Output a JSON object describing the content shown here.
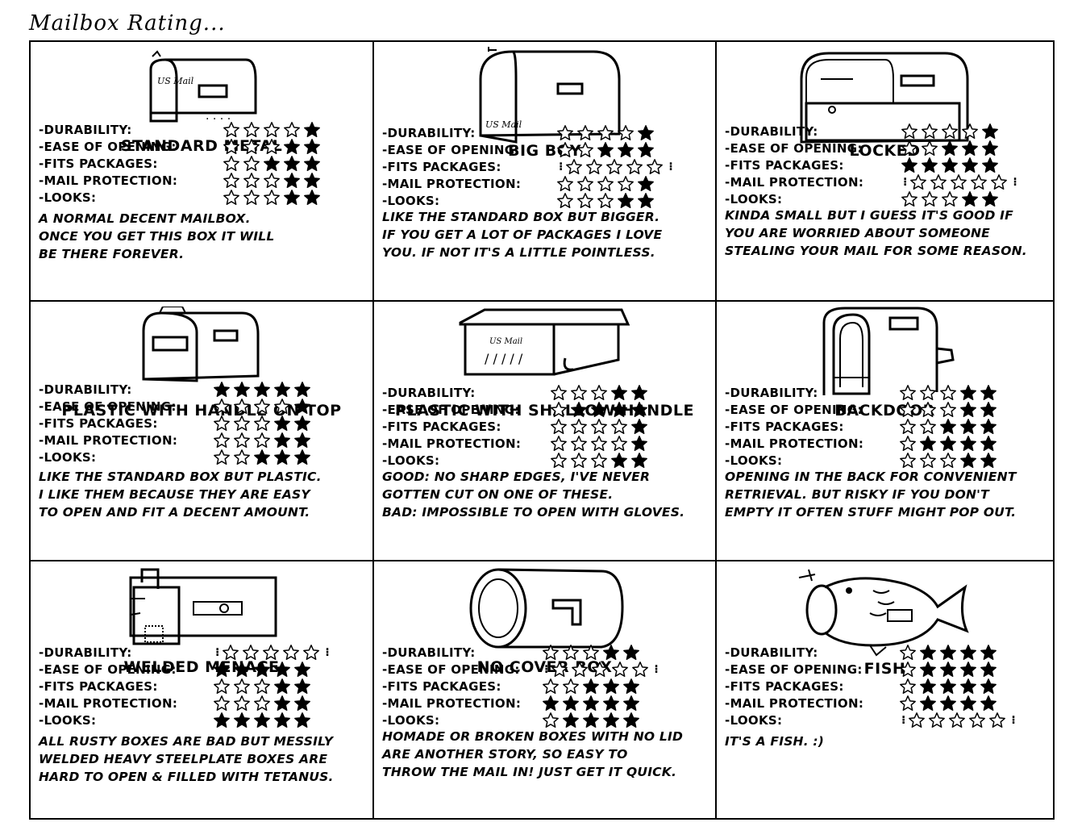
{
  "title": "Mailbox Rating...",
  "labels": [
    "-DURABILITY:",
    "-EASE OF OPENING:",
    "-FITS PACKAGES:",
    "-MAIL PROTECTION:",
    "-LOOKS:"
  ],
  "illustration_text": {
    "standard": "US Mail",
    "bigboy": "US Mail",
    "shallow": "US Mail"
  },
  "boxes": [
    {
      "name": "STANDARD METAL",
      "ratings": [
        1,
        2,
        3,
        2,
        2
      ],
      "highlight": [],
      "desc": [
        "A NORMAL DECENT MAILBOX.",
        "ONCE YOU GET THIS BOX IT WILL",
        "BE THERE FOREVER."
      ]
    },
    {
      "name": "BIG BOY",
      "ratings": [
        1,
        3,
        0,
        1,
        2
      ],
      "highlight": [
        2
      ],
      "desc": [
        "LIKE THE STANDARD BOX BUT BIGGER.",
        "IF YOU GET A LOT OF PACKAGES I LOVE",
        "YOU. IF NOT IT'S A LITTLE POINTLESS."
      ]
    },
    {
      "name": "LOCKED",
      "ratings": [
        1,
        3,
        5,
        0,
        2
      ],
      "highlight": [
        3
      ],
      "desc": [
        "KINDA SMALL BUT I GUESS IT'S GOOD IF",
        "YOU ARE WORRIED ABOUT SOMEONE",
        "STEALING YOUR MAIL FOR SOME REASON."
      ]
    },
    {
      "name": "PLASTIC WITH HANDLE ON TOP",
      "ratings": [
        5,
        1,
        2,
        2,
        3
      ],
      "highlight": [],
      "desc": [
        "LIKE THE STANDARD BOX BUT PLASTIC.",
        "I LIKE THEM BECAUSE THEY ARE EASY",
        "TO OPEN AND FIT A DECENT AMOUNT."
      ]
    },
    {
      "name": "PLASTIC WITH SHALLOW HANDLE",
      "ratings": [
        2,
        4,
        1,
        1,
        2
      ],
      "highlight": [],
      "desc": [
        "GOOD: NO SHARP EDGES, I'VE NEVER",
        "GOTTEN CUT ON ONE OF THESE.",
        "BAD: IMPOSSIBLE TO OPEN WITH GLOVES."
      ]
    },
    {
      "name": "BACKDOOR",
      "ratings": [
        2,
        2,
        3,
        4,
        2
      ],
      "highlight": [],
      "desc": [
        "OPENING IN THE BACK FOR CONVENIENT",
        "RETRIEVAL. BUT RISKY IF YOU DON'T",
        "EMPTY IT OFTEN STUFF MIGHT POP OUT."
      ]
    },
    {
      "name": "WELDED MENACE",
      "ratings": [
        0,
        5,
        2,
        2,
        5
      ],
      "highlight": [
        0
      ],
      "desc": [
        "ALL RUSTY BOXES ARE BAD BUT MESSILY",
        "WELDED HEAVY STEELPLATE BOXES ARE",
        "HARD TO OPEN & FILLED WITH TETANUS."
      ]
    },
    {
      "name": "NO COVER BOX",
      "ratings": [
        2,
        0,
        3,
        5,
        4
      ],
      "highlight": [
        1
      ],
      "desc": [
        "HOMADE OR BROKEN BOXES WITH NO LID",
        "ARE ANOTHER STORY, SO EASY TO",
        "THROW THE MAIL IN! JUST GET IT QUICK."
      ]
    },
    {
      "name": "FISH",
      "ratings": [
        4,
        4,
        4,
        4,
        0
      ],
      "highlight": [
        4
      ],
      "desc": [
        "IT'S A FISH. :)"
      ]
    }
  ]
}
